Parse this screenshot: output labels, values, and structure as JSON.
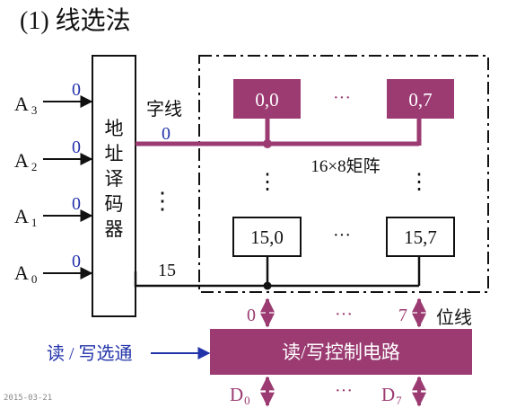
{
  "title": "(1) 线选法",
  "colors": {
    "magenta": "#9b3b72",
    "blue": "#2233aa",
    "black": "#111111"
  },
  "address_inputs": [
    {
      "letter": "A",
      "sub": "3",
      "value": "0"
    },
    {
      "letter": "A",
      "sub": "2",
      "value": "0"
    },
    {
      "letter": "A",
      "sub": "1",
      "value": "0"
    },
    {
      "letter": "A",
      "sub": "0",
      "value": "0"
    }
  ],
  "decoder": {
    "chars": [
      "地",
      "址",
      "译",
      "码",
      "器"
    ]
  },
  "word_line": {
    "label": "字线",
    "first_index": "0",
    "last_index": "15",
    "dots": "⋮"
  },
  "matrix": {
    "label": "16×8矩阵",
    "top_cells": [
      "0,0",
      "0,7"
    ],
    "bottom_cells": [
      "15,0",
      "15,7"
    ],
    "h_dots": "···",
    "v_dots": "⋮"
  },
  "bit_line": {
    "label": "位线",
    "first_index": "0",
    "last_index": "7",
    "dots": "···"
  },
  "rw_circuit": {
    "label": "读/写控制电路"
  },
  "rw_select": {
    "label": "读 / 写选通"
  },
  "data_outputs": {
    "first": {
      "letter": "D",
      "sub": "0"
    },
    "last": {
      "letter": "D",
      "sub": "7"
    },
    "dots": "···"
  },
  "footer_date": "2015-03-21"
}
